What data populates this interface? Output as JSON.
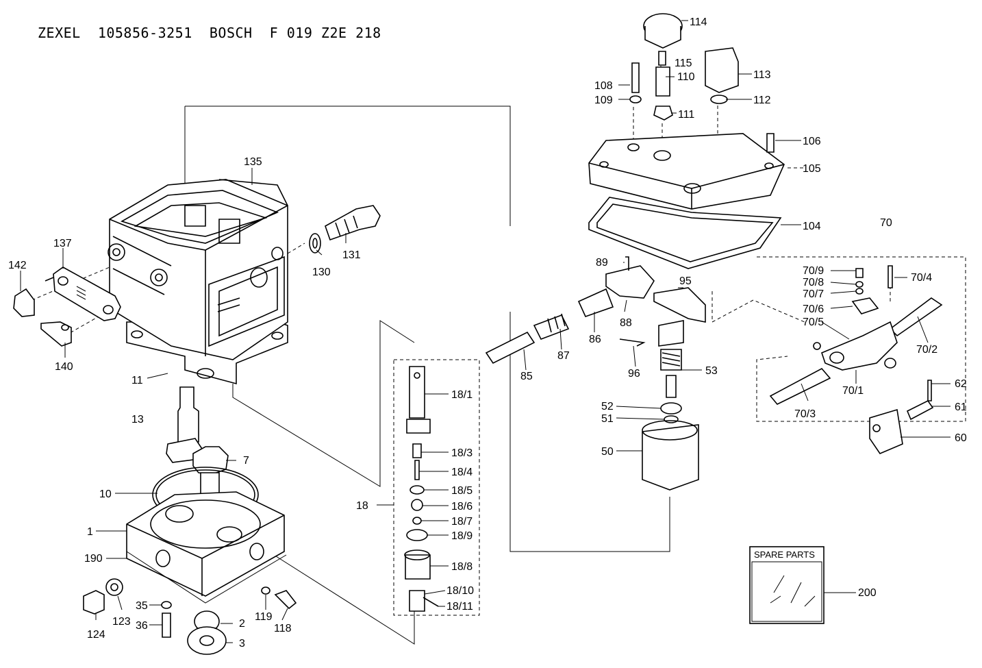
{
  "header": {
    "brand": "ZEXEL",
    "zexel_number": "105856-3251",
    "brand2": "BOSCH",
    "bosch_number": "F 019 Z2E 218"
  },
  "spare_parts": {
    "title": "SPARE PARTS",
    "ref": "200"
  },
  "callouts": [
    "114",
    "115",
    "110",
    "113",
    "108",
    "109",
    "111",
    "112",
    "106",
    "105",
    "104",
    "70",
    "135",
    "131",
    "130",
    "137",
    "142",
    "140",
    "11",
    "13",
    "7",
    "10",
    "1",
    "190",
    "124",
    "123",
    "35",
    "36",
    "2",
    "3",
    "119",
    "118",
    "89",
    "95",
    "88",
    "86",
    "87",
    "85",
    "96",
    "53",
    "52",
    "51",
    "50",
    "70/9",
    "70/8",
    "70/7",
    "70/6",
    "70/5",
    "70/4",
    "70/2",
    "70/1",
    "70/3",
    "62",
    "61",
    "60",
    "18",
    "18/1",
    "18/3",
    "18/4",
    "18/5",
    "18/6",
    "18/7",
    "18/9",
    "18/8",
    "18/10",
    "18/11"
  ]
}
